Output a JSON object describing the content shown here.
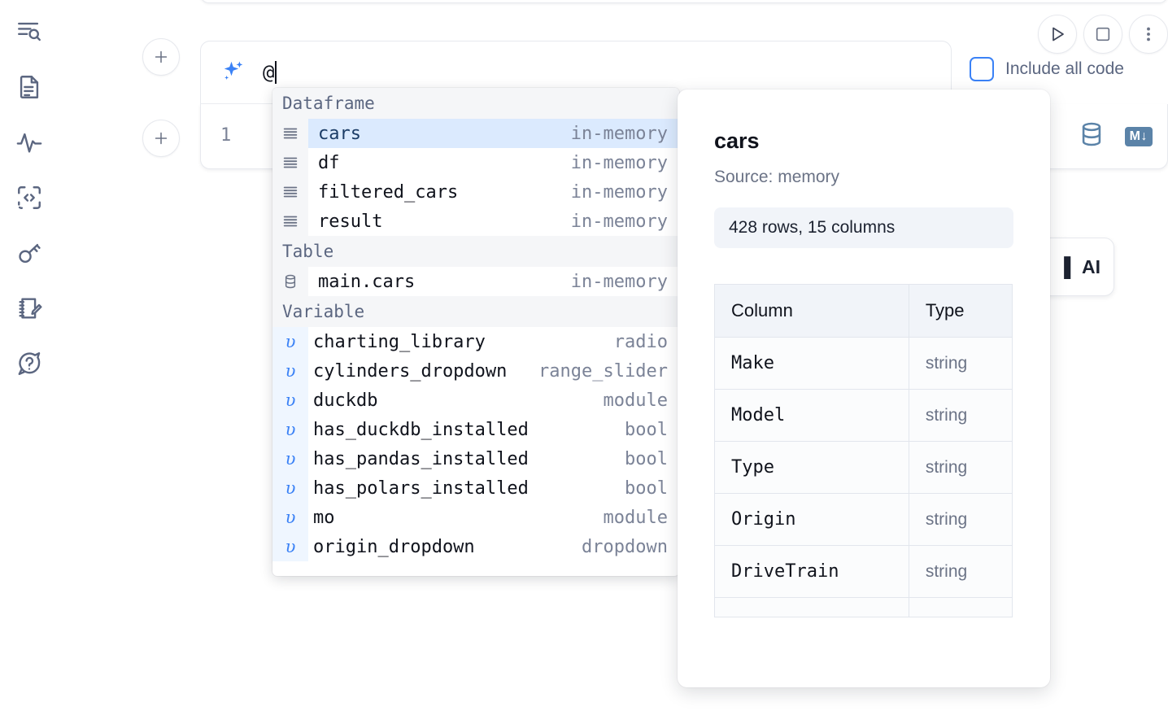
{
  "sidebar": {
    "items": [
      {
        "icon": "outline-search-icon",
        "label": "Explore outline"
      },
      {
        "icon": "file-document-icon",
        "label": "Notebook files"
      },
      {
        "icon": "activity-pulse-icon",
        "label": "Activity"
      },
      {
        "icon": "code-snippet-icon",
        "label": "Snippets"
      },
      {
        "icon": "key-secrets-icon",
        "label": "Secrets"
      },
      {
        "icon": "scratchpad-edit-icon",
        "label": "Scratchpad"
      },
      {
        "icon": "help-chat-icon",
        "label": "Help"
      }
    ]
  },
  "toolbar": {
    "run_label": "Run",
    "stop_label": "Interrupt",
    "third_label": "More",
    "include_all_code": {
      "label": "Include all code",
      "checked": false,
      "accent": "#3b82f6"
    }
  },
  "ai_cell": {
    "icon": "ai-sparkle-icon",
    "value": "@",
    "add_button_label": "+"
  },
  "code_cell": {
    "line_number": "1",
    "add_button_label": "+",
    "tools": [
      {
        "icon": "database-icon",
        "label": "Data sources"
      },
      {
        "icon": "markdown-icon",
        "label": "M↓"
      }
    ]
  },
  "ai_hint_card": {
    "text": "▌ AI"
  },
  "autocomplete": {
    "groups": [
      {
        "label": "Dataframe",
        "icon": "dataframe-icon",
        "kind": "dataframe",
        "items": [
          {
            "name": "cars",
            "meta": "in-memory",
            "selected": true
          },
          {
            "name": "df",
            "meta": "in-memory",
            "selected": false
          },
          {
            "name": "filtered_cars",
            "meta": "in-memory",
            "selected": false
          },
          {
            "name": "result",
            "meta": "in-memory",
            "selected": false
          }
        ]
      },
      {
        "label": "Table",
        "icon": "table-db-icon",
        "kind": "table",
        "items": [
          {
            "name": "main.cars",
            "meta": "in-memory",
            "selected": false
          }
        ]
      },
      {
        "label": "Variable",
        "icon": "variable-icon",
        "kind": "variable",
        "items": [
          {
            "name": "charting_library",
            "meta": "radio",
            "selected": false
          },
          {
            "name": "cylinders_dropdown",
            "meta": "range_slider",
            "selected": false
          },
          {
            "name": "duckdb",
            "meta": "module",
            "selected": false
          },
          {
            "name": "has_duckdb_installed",
            "meta": "bool",
            "selected": false
          },
          {
            "name": "has_pandas_installed",
            "meta": "bool",
            "selected": false
          },
          {
            "name": "has_polars_installed",
            "meta": "bool",
            "selected": false
          },
          {
            "name": "mo",
            "meta": "module",
            "selected": false
          },
          {
            "name": "origin_dropdown",
            "meta": "dropdown",
            "selected": false
          }
        ]
      }
    ]
  },
  "preview": {
    "title": "cars",
    "source": "Source: memory",
    "stats": "428 rows, 15 columns",
    "table": {
      "headers": [
        "Column",
        "Type"
      ],
      "rows": [
        [
          "Make",
          "string"
        ],
        [
          "Model",
          "string"
        ],
        [
          "Type",
          "string"
        ],
        [
          "Origin",
          "string"
        ],
        [
          "DriveTrain",
          "string"
        ]
      ]
    }
  }
}
